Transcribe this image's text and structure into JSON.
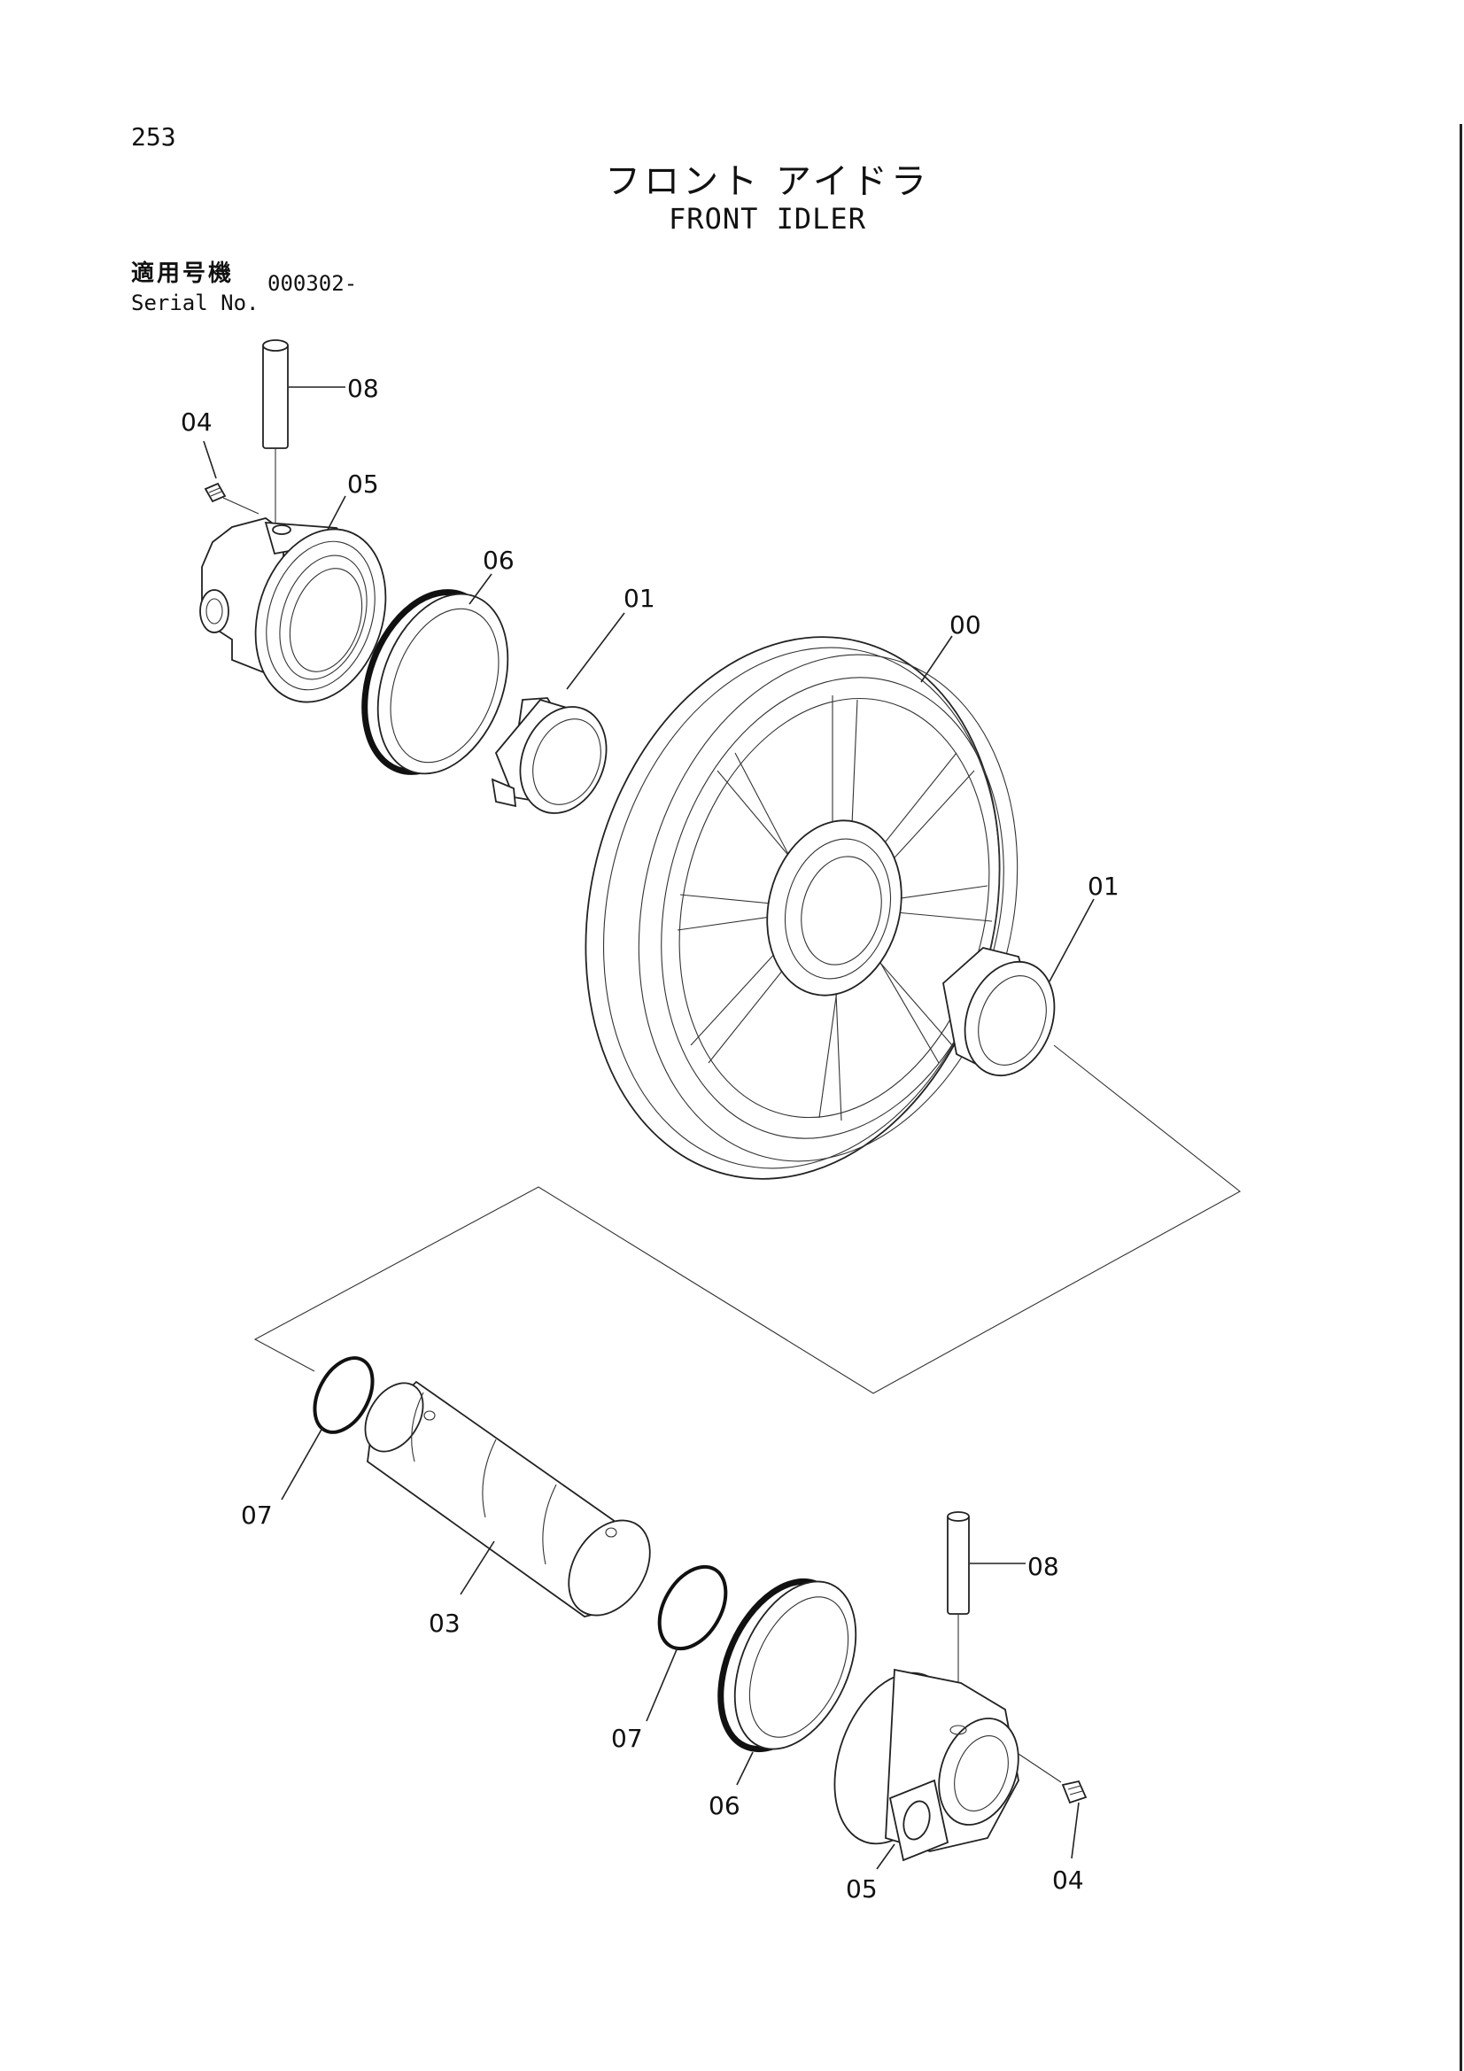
{
  "page": {
    "page_number": "253",
    "title_jp": "フロント アイドラ",
    "title_en": "FRONT IDLER",
    "serial_label_jp": "適用号機",
    "serial_label_en": "Serial No.",
    "serial_value": "000302-"
  },
  "callouts": {
    "c00": "00",
    "c01_upper": "01",
    "c01_lower": "01",
    "c03": "03",
    "c04_top": "04",
    "c04_bottom": "04",
    "c05_top": "05",
    "c05_bottom": "05",
    "c06_top": "06",
    "c06_bottom": "06",
    "c07_left": "07",
    "c07_right": "07",
    "c08_top": "08",
    "c08_bottom": "08"
  }
}
